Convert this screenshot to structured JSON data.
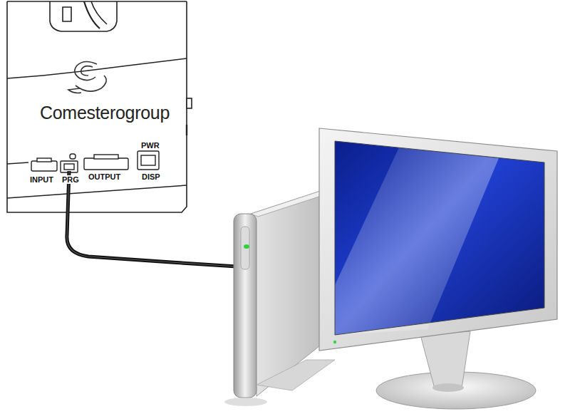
{
  "diagram": {
    "nodes": [
      {
        "text": [
          "Comesterogroup"
        ]
      }
    ],
    "labels": [
      "INPUT",
      "PRG",
      "OUTPUT",
      "PWR",
      "DISP"
    ]
  }
}
